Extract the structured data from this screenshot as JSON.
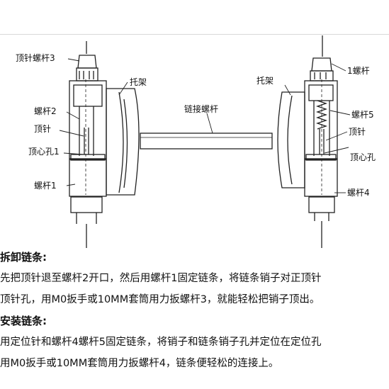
{
  "diagram": {
    "labels": {
      "left_screw3": "顶针螺杆3",
      "left_bracket": "托架",
      "left_screw2": "螺杆2",
      "left_pin": "顶针",
      "left_hole1": "顶心孔1",
      "left_screw1": "螺杆1",
      "chain_screw": "链接螺杆",
      "right_bracket": "托架",
      "right_screw1": "1螺杆",
      "right_screw5": "螺杆5",
      "right_pin": "顶针",
      "right_hole": "顶心孔",
      "right_screw4": "螺杆4"
    }
  },
  "instructions": {
    "disassemble_title": "拆卸链条:",
    "disassemble_line1": "先把顶针退至螺杆2开口，然后用螺杆1固定链条，将链条销子对正顶针",
    "disassemble_line2": "顶针孔，用M0扳手或10MM套筒用力扳螺杆3，就能轻松把销子顶出。",
    "install_title": "安装链条:",
    "install_line1": "用定位针和螺杆4螺杆5固定链条，将销子和链条销子孔并定位在定位孔",
    "install_line2": "用M0扳手或10MM套筒用力扳螺杆4，链条便轻松的连接上。"
  }
}
